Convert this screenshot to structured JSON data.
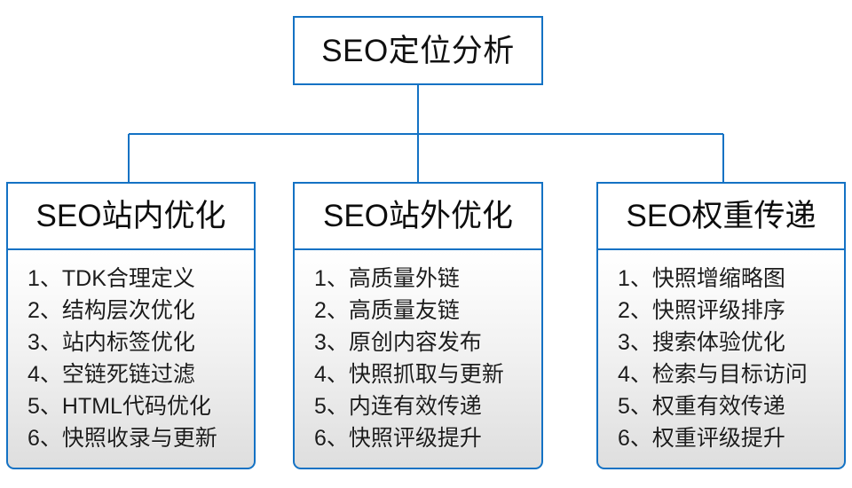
{
  "diagram": {
    "type": "org-chart",
    "accent_color": "#1472c4",
    "background_color": "#ffffff",
    "root": {
      "title": "SEO定位分析"
    },
    "branches": [
      {
        "title": "SEO站内优化",
        "items": [
          "1、TDK合理定义",
          "2、结构层次优化",
          "3、站内标签优化",
          "4、空链死链过滤",
          "5、HTML代码优化",
          "6、快照收录与更新"
        ]
      },
      {
        "title": "SEO站外优化",
        "items": [
          "1、高质量外链",
          "2、高质量友链",
          "3、原创内容发布",
          "4、快照抓取与更新",
          "5、内连有效传递",
          "6、快照评级提升"
        ]
      },
      {
        "title": "SEO权重传递",
        "items": [
          "1、快照增缩略图",
          "2、快照评级排序",
          "3、搜索体验优化",
          "4、检索与目标访问",
          "5、权重有效传递",
          "6、权重评级提升"
        ]
      }
    ]
  }
}
